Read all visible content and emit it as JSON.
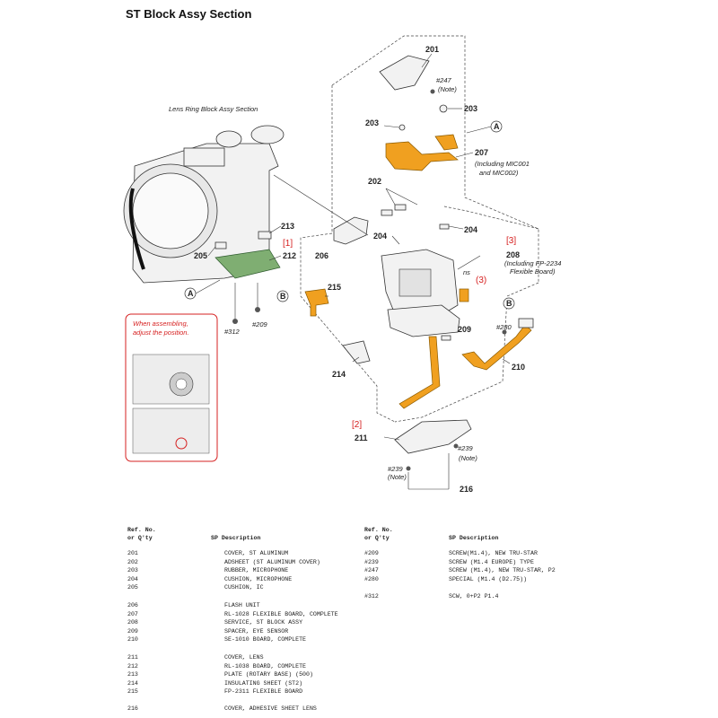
{
  "title": "ST Block Assy Section",
  "diagram": {
    "lens_ring_label": "Lens Ring Block Assy Section",
    "caution_text_1": "When assembling,",
    "caution_text_2": "adjust the position.",
    "labels": {
      "l201": "201",
      "l202": "202",
      "l203a": "203",
      "l203b": "203",
      "l204a": "204",
      "l204b": "204",
      "l205": "205",
      "l206": "206",
      "l207": "207",
      "l208": "208",
      "l209": "209",
      "l210": "210",
      "l211": "211",
      "l212": "212",
      "l213": "213",
      "l214": "214",
      "l215": "215",
      "l216": "216"
    },
    "notes": {
      "n247": "#247",
      "n247note": "(Note)",
      "n207a": "(Including MIC001",
      "n207b": "and MIC002)",
      "n208a": "(Including FP-2234",
      "n208b": "Flexible Board)",
      "n312": "#312",
      "n209": "#209",
      "n280": "#280",
      "n239a": "#239",
      "n239anote": "(Note)",
      "n239b": "#239",
      "n239bnote": "(Note)",
      "ns": "ns"
    },
    "red_marks": {
      "r1": "[1]",
      "r2": "[2]",
      "r3a": "[3]",
      "r3b": "(3)"
    },
    "connectors": {
      "ca1": "A",
      "ca2": "A",
      "cb1": "B",
      "cb2": "B"
    }
  },
  "table_headers": {
    "ref": "Ref. No.",
    "qty": "or Q'ty",
    "sp_desc": "SP Description"
  },
  "left_column": [
    {
      "ref": "201",
      "desc": "COVER, ST ALUMINUM"
    },
    {
      "ref": "202",
      "desc": "ADSHEET (ST ALUMINUM COVER)"
    },
    {
      "ref": "203",
      "desc": "RUBBER, MICROPHONE"
    },
    {
      "ref": "204",
      "desc": "CUSHION, MICROPHONE"
    },
    {
      "ref": "205",
      "desc": "CUSHION, IC"
    },
    {
      "ref": "206",
      "desc": "FLASH UNIT"
    },
    {
      "ref": "207",
      "desc": "RL-1028 FLEXIBLE BOARD, COMPLETE"
    },
    {
      "ref": "208",
      "desc": "SERVICE, ST BLOCK ASSY"
    },
    {
      "ref": "209",
      "desc": "SPACER, EYE SENSOR"
    },
    {
      "ref": "210",
      "desc": "SE-1010 BOARD, COMPLETE"
    },
    {
      "ref": "211",
      "desc": "COVER, LENS"
    },
    {
      "ref": "212",
      "desc": "RL-1038 BOARD, COMPLETE"
    },
    {
      "ref": "213",
      "desc": "PLATE (ROTARY BASE) (500)"
    },
    {
      "ref": "214",
      "desc": "INSULATING SHEET (ST2)"
    },
    {
      "ref": "215",
      "desc": "FP-2311 FLEXIBLE BOARD"
    },
    {
      "ref": "216",
      "desc": "COVER, ADHESIVE SHEET LENS"
    }
  ],
  "right_column": [
    {
      "ref": "#209",
      "desc": "SCREW(M1.4), NEW TRU-STAR"
    },
    {
      "ref": "#239",
      "desc": "SCREW (M1.4 EUROPE) TYPE"
    },
    {
      "ref": "#247",
      "desc": "SCREW (M1.4), NEW TRU-STAR, P2"
    },
    {
      "ref": "#280",
      "desc": "SPECIAL (M1.4 (D2.75))"
    },
    {
      "ref": "#312",
      "desc": "SCW, 0+P2 P1.4"
    }
  ]
}
